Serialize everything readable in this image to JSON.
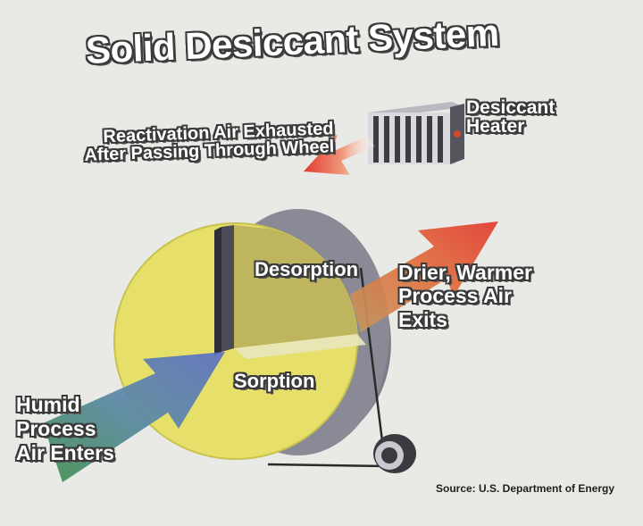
{
  "title": "Solid Desiccant System",
  "labels": {
    "reactivation_line1": "Reactivation Air Exhausted",
    "reactivation_line2": "After Passing Through Wheel",
    "heater_line1": "Desiccant",
    "heater_line2": "Heater",
    "drier_line1": "Drier, Warmer",
    "drier_line2": "Process Air",
    "drier_line3": "Exits",
    "humid_line1": "Humid",
    "humid_line2": "Process",
    "humid_line3": "Air Enters",
    "desorption": "Desorption",
    "sorption": "Sorption"
  },
  "source": "Source: U.S. Department of Energy",
  "colors": {
    "background": "#e9e9e6",
    "wheel_yellow": "#e6e06a",
    "desorption_olive": "#bfb55f",
    "wheel_side_gray": "#8a8a96",
    "arrow_red": "#e23a2e",
    "arrow_green": "#4e9a6a",
    "arrow_blue": "#5b6fc6",
    "label_outline": "#3a3a3a"
  },
  "icons": [
    "heater-icon",
    "wheel-icon",
    "pulley-icon",
    "arrow-icon"
  ]
}
